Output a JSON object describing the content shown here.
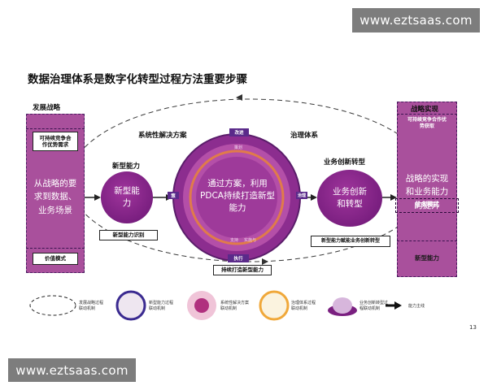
{
  "watermark_top": "www.eztsaas.com",
  "watermark_bottom": "www.eztsaas.com",
  "title": "数据治理体系是数字化转型过程方法重要步骤",
  "page_number": "13",
  "left_column": {
    "label": "发展战略",
    "box1": "可持续竞争合\n作优势需求",
    "text": "从战略的要\n求到数据、\n业务场景",
    "box2": "价值模式"
  },
  "right_column": {
    "label": "战略实现",
    "box1": "可持续竞争合作优\n势获取",
    "text": "战略的实现\n和业务能力\n的提升",
    "mode": "业务模式",
    "capability": "新型能力"
  },
  "sections": {
    "system_solution": "系统性解决方案",
    "governance": "治理体系",
    "new_capability": "新型能力",
    "business_innovation": "业务创新转型"
  },
  "left_circle": {
    "text": "新型能\n力",
    "caption": "新型能力识别"
  },
  "center_circle": {
    "text": "通过方案，利用\nPDCA持续打造新型\n能力",
    "top_tag": "改进",
    "bottom_tag": "执行",
    "left_tag": "策",
    "right_tag": "治理",
    "ring_top": "策划",
    "ring_bottom_left": "支持",
    "ring_bottom_right": "实施与",
    "caption": "持续打造新型能力"
  },
  "right_circle": {
    "text": "业务创新\n和转型",
    "caption": "新型能力赋能业务创新转型"
  },
  "legend": [
    {
      "icon": "dashed-ellipse-icon",
      "text": "发展战略过程\n联动机制"
    },
    {
      "icon": "purple-ring-icon",
      "text": "新型能力过程\n联动机制"
    },
    {
      "icon": "pink-core-icon",
      "text": "系统性解决方案\n联动机制"
    },
    {
      "icon": "orange-ring-icon",
      "text": "治理体系过程\n联动机制"
    },
    {
      "icon": "stacked-disc-icon",
      "text": "业务创新转型过\n程联动机制"
    },
    {
      "icon": "arrow-icon",
      "text": "能力主线"
    }
  ],
  "colors": {
    "column_fill": "#a9509c",
    "circle_fill": "#7a1f80",
    "tag_fill": "#5a2a8a",
    "watermark_bg": "#7d7d7d"
  }
}
